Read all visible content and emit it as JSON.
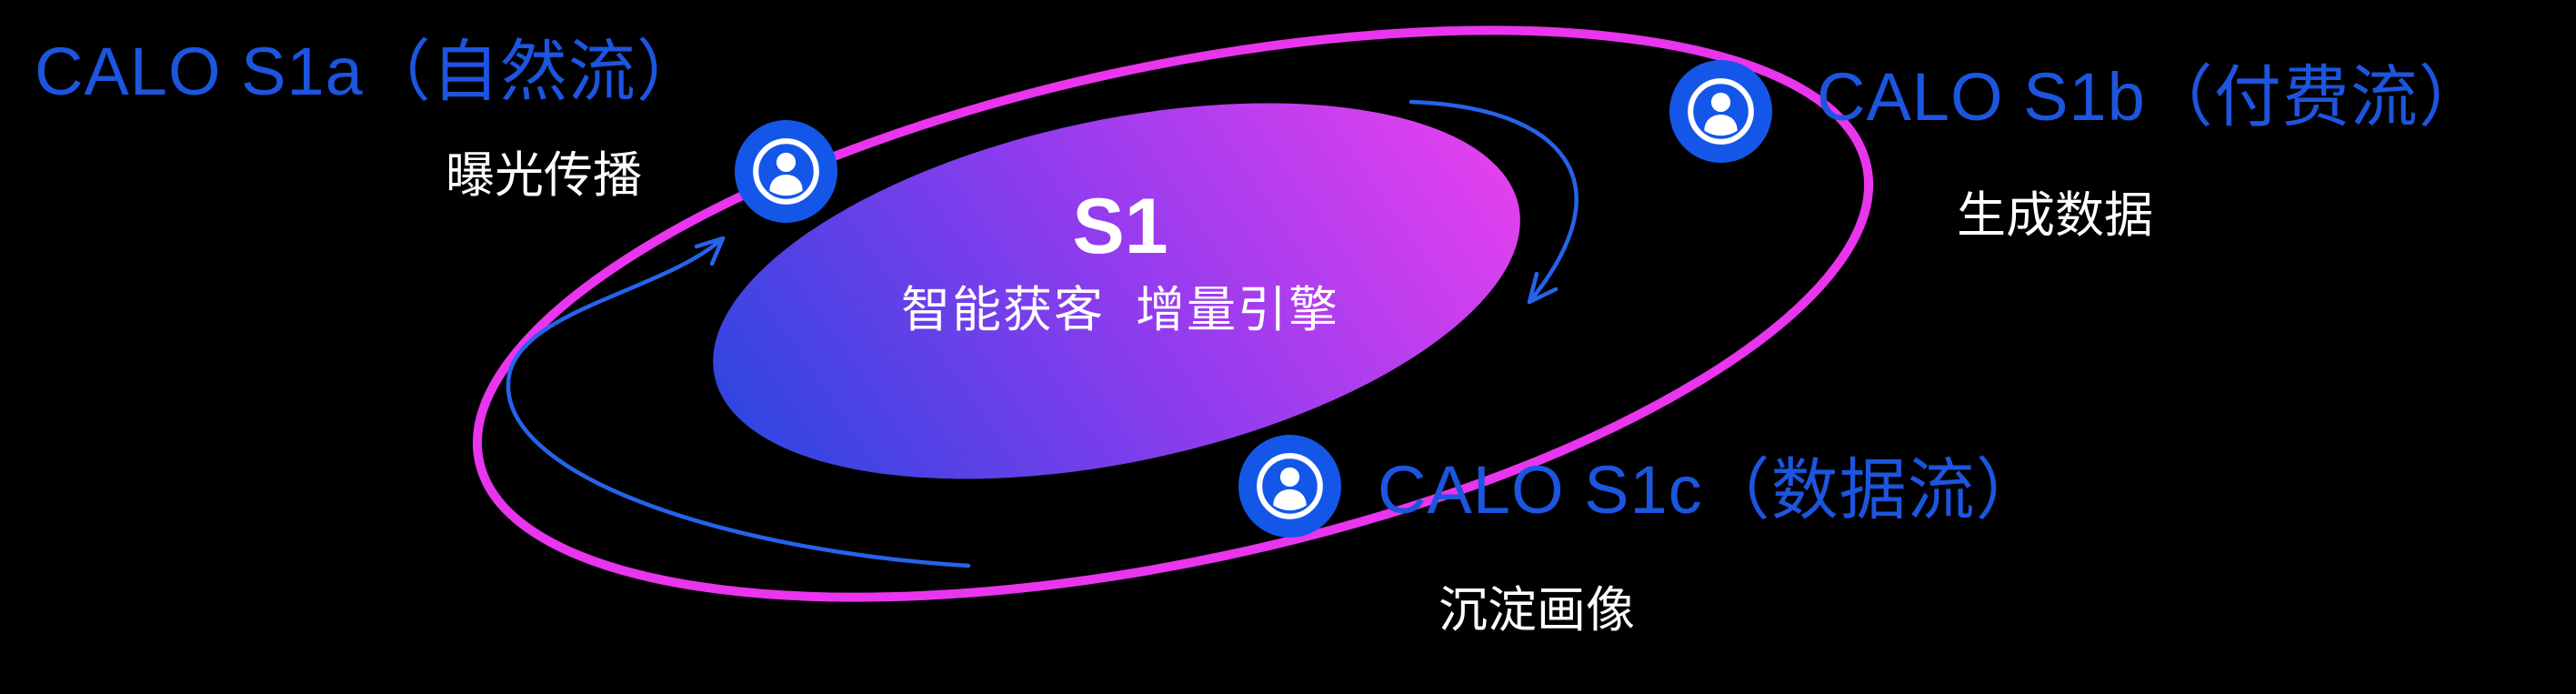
{
  "diagram": {
    "background_color": "#000000",
    "orbit_ring_color": "#e935ee",
    "title_blue": "#1c55de",
    "arrow_blue": "#2563eb",
    "node_circle_blue": "#1457e8",
    "core_gradient_start": "#2b46e0",
    "core_gradient_mid": "#8e3cee",
    "core_gradient_end": "#e640ee",
    "text_white": "#ffffff"
  },
  "core": {
    "title": "S1",
    "subtitle": "智能获客  增量引擎"
  },
  "nodes": [
    {
      "id": "s1a",
      "title": "CALO S1a（自然流）",
      "subtitle": "曝光传播",
      "icon": "user-in-circle-icon"
    },
    {
      "id": "s1b",
      "title": "CALO S1b（付费流）",
      "subtitle": "生成数据",
      "icon": "user-in-circle-icon"
    },
    {
      "id": "s1c",
      "title": "CALO S1c（数据流）",
      "subtitle": "沉淀画像",
      "icon": "user-in-circle-icon"
    }
  ]
}
